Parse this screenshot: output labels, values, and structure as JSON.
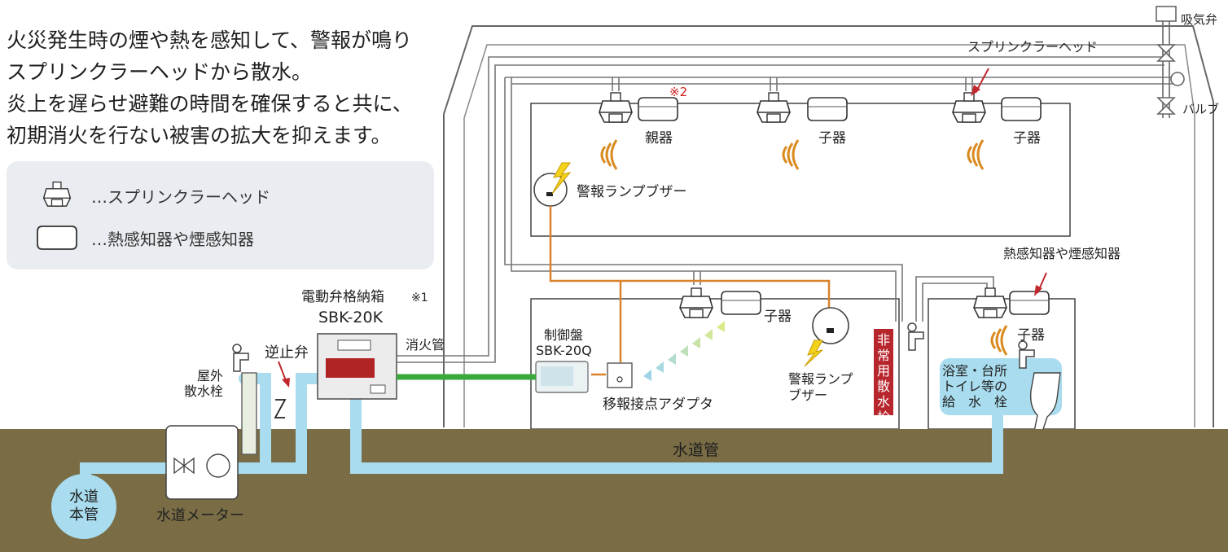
{
  "intro": {
    "lines": [
      "火災発生時の煙や熱を感知して、警報が鳴り",
      "スプリンクラーヘッドから散水。",
      "炎上を遅らせ避難の時間を確保すると共に、",
      "初期消火を行ない被害の拡大を抑えます。"
    ]
  },
  "legend": {
    "sprinkler": "…スプリンクラーヘッド",
    "detector": "…熱感知器や煙感知器"
  },
  "labels": {
    "intake_valve": "吸気弁",
    "valve": "バルブ",
    "sprinkler_head": "スプリンクラーヘッド",
    "note2": "※2",
    "master": "親器",
    "child": "子器",
    "alarm_lamp_buzzer_upper": "警報ランプブザー",
    "detector_callout": "熱感知器や煙感知器",
    "box_title": "電動弁格納箱",
    "note1": "※1",
    "box_model": "SBK-20K",
    "fire_pipe": "消火管",
    "control_panel": "制御盤",
    "control_model": "SBK-20Q",
    "relay_adapter": "移報接点アダプタ",
    "alarm_lamp_lower_1": "警報ランプ",
    "alarm_lamp_lower_2": "ブザー",
    "emergency_faucet": [
      "非",
      "常",
      "用",
      "散",
      "水",
      "栓"
    ],
    "bath_1": "浴室・台所",
    "bath_2": "トイレ等の",
    "bath_3": "給　水　栓",
    "outdoor_1": "屋外",
    "outdoor_2": "散水栓",
    "check_valve": "逆止弁",
    "water_pipe": "水道管",
    "water_main_1": "水道",
    "water_main_2": "本管",
    "water_meter": "水道メーター"
  },
  "colors": {
    "ground": "#7a6d45",
    "water_pipe": "#a8dcee",
    "fire_pipe_outline": "#888888",
    "signal_wire": "#d9822b",
    "green_wire": "#3aa83a",
    "alarm_red": "#d0221f",
    "emergency_faucet_bg": "#b8262d",
    "wave": "#d98a1f"
  }
}
